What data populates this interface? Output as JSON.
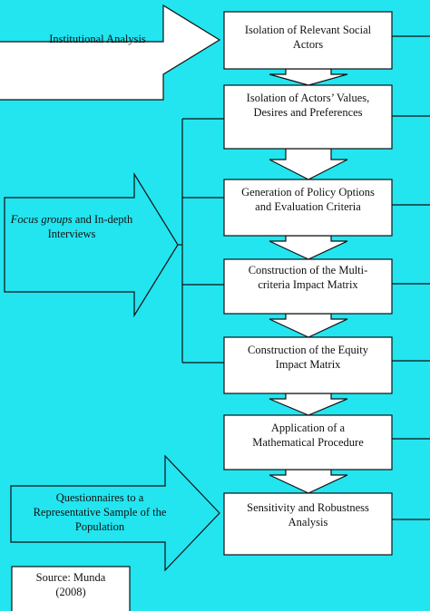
{
  "colors": {
    "background": "#22e5f0",
    "box_fill": "#ffffff",
    "stroke": "#111111"
  },
  "input_arrows": [
    {
      "lines": [
        "Institutional Analysis"
      ]
    },
    {
      "italic_prefix": "Focus groups",
      "lines": [
        " and In-depth",
        "Interviews"
      ]
    },
    {
      "lines": [
        "Questionnaires to a",
        "Representative Sample of the",
        "Population"
      ]
    }
  ],
  "steps": [
    {
      "lines": [
        "Isolation of Relevant Social",
        "Actors"
      ]
    },
    {
      "lines": [
        "Isolation of Actors’ Values,",
        "Desires and Preferences"
      ]
    },
    {
      "lines": [
        "Generation of Policy Options",
        "and Evaluation Criteria"
      ]
    },
    {
      "lines": [
        "Construction of the Multi-",
        "criteria Impact Matrix"
      ]
    },
    {
      "lines": [
        "Construction of the Equity",
        "Impact Matrix"
      ]
    },
    {
      "lines": [
        "Application of a",
        "Mathematical Procedure"
      ]
    },
    {
      "lines": [
        "Sensitivity and Robustness",
        "Analysis"
      ]
    }
  ],
  "source": {
    "lines": [
      "Source: Munda",
      "(2008)"
    ]
  }
}
